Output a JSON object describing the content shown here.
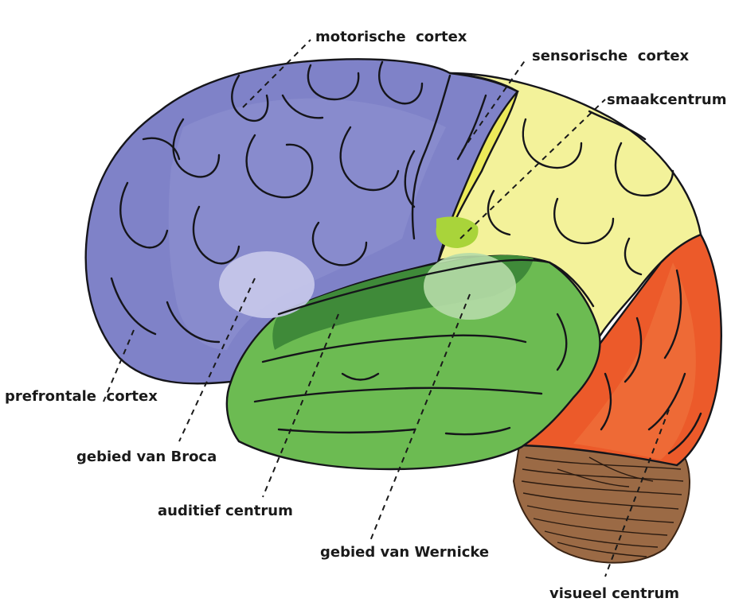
{
  "diagram": {
    "labels": {
      "motor_cortex": "motorische  cortex",
      "sensory_cortex": "sensorische  cortex",
      "taste_center": "smaakcentrum",
      "prefrontal_cortex": "prefrontale  cortex",
      "broca_area": "gebied van Broca",
      "auditory_center": "auditief centrum",
      "wernicke_area": "gebied van Wernicke",
      "visual_center": "visueel centrum"
    },
    "colors": {
      "frontal_lobe": "#7f82c8",
      "frontal_lobe_light": "#8f94d2",
      "broca": "#c7c8ea",
      "sensory_strip": "#ecea5a",
      "parietal_lobe": "#f3f29a",
      "taste": "#a9d43a",
      "temporal_lobe": "#6cbb52",
      "temporal_dark": "#3f8a39",
      "wernicke": "#b6dca8",
      "occipital_lobe": "#ec5a2a",
      "occipital_light": "#f07840",
      "cerebellum": "#9b6a45"
    }
  }
}
